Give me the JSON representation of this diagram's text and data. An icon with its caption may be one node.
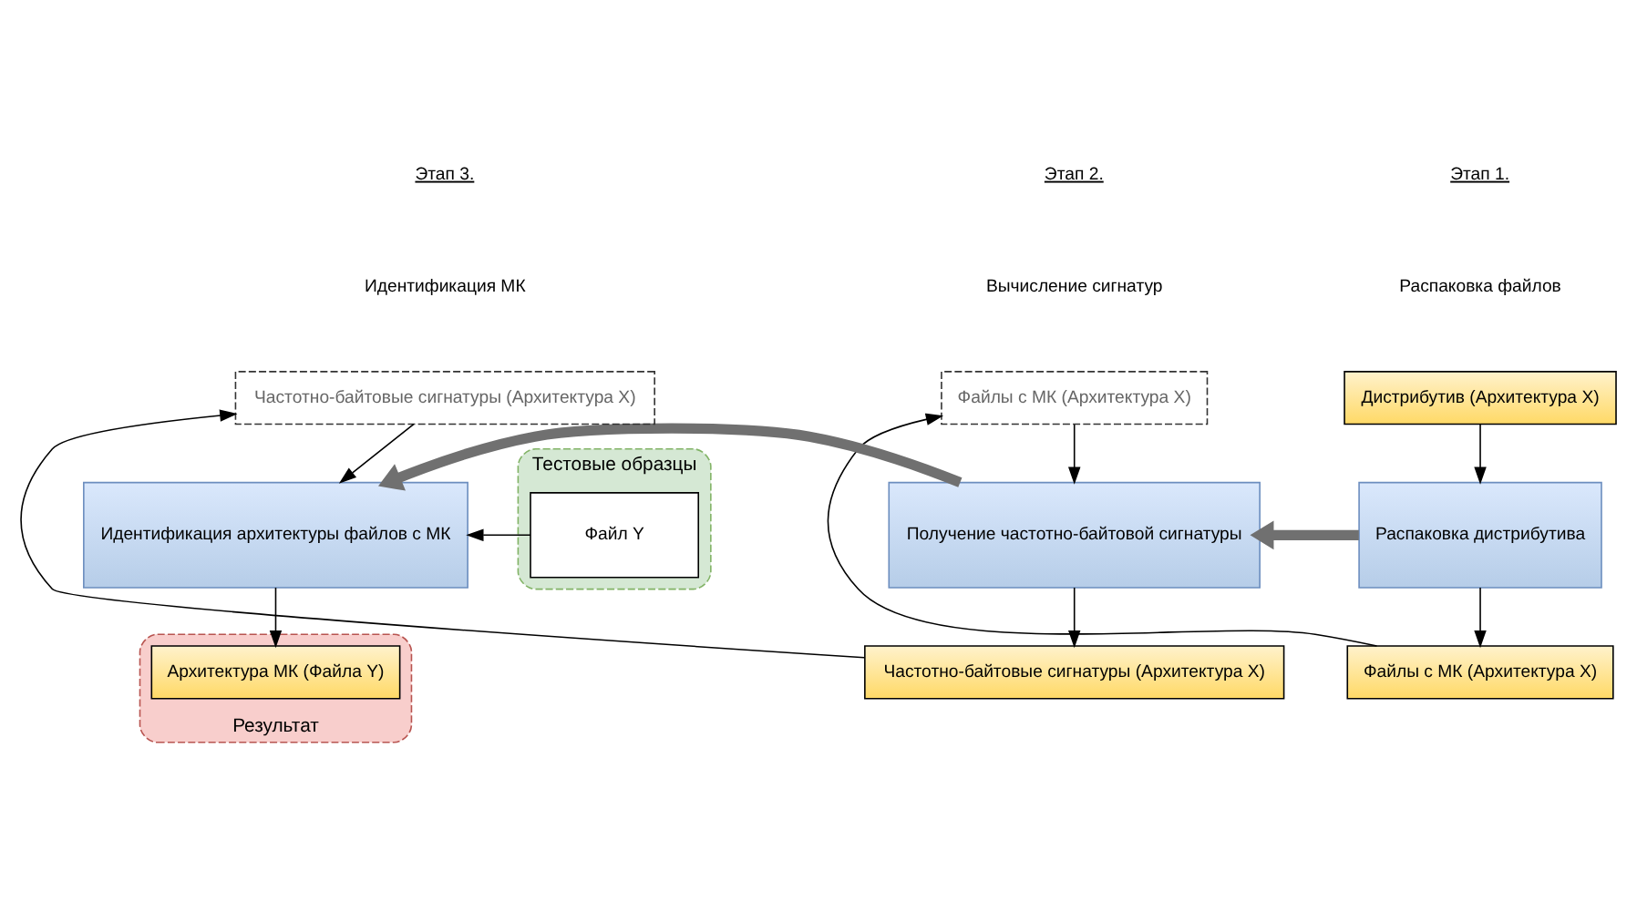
{
  "diagram": {
    "nodes": [
      {
        "text": [
          "Дистрибутив (Архитектура X)"
        ]
      },
      {
        "text": [
          "Распаковка дистрибутива"
        ]
      },
      {
        "text": [
          "Файлы с МК (Архитектура X)"
        ]
      },
      {
        "text": [
          "Файлы с МК (Архитектура X)"
        ]
      },
      {
        "text": [
          "Получение частотно-байтовой сигнатуры"
        ]
      },
      {
        "text": [
          "Частотно-байтовые сигнатуры (Архитектура X)"
        ]
      },
      {
        "text": [
          "Частотно-байтовые сигнатуры (Архитектура X)"
        ]
      },
      {
        "text": [
          "Идентификация архитектуры файлов с МК"
        ]
      },
      {
        "text": [
          "Тестовые образцы"
        ]
      },
      {
        "text": [
          "Файл Y"
        ],
        "in": 8
      },
      {
        "text": [
          "Результат"
        ]
      },
      {
        "text": [
          "Архитектура МК (Файла Y)"
        ],
        "in": 10
      }
    ],
    "edges": [
      {
        "from": 0,
        "to": 1,
        "arrow": "to"
      },
      {
        "from": 1,
        "to": 2,
        "arrow": "to"
      },
      {
        "from": 2,
        "to": 3,
        "arrow": "to"
      },
      {
        "from": 3,
        "to": 4,
        "arrow": "to"
      },
      {
        "from": 1,
        "to": 4,
        "arrow": "to",
        "style": "thick",
        "color": "#707070"
      },
      {
        "from": 4,
        "to": 5,
        "arrow": "to"
      },
      {
        "from": 5,
        "to": 6,
        "arrow": "to"
      },
      {
        "from": 6,
        "to": 7,
        "arrow": "to"
      },
      {
        "from": 4,
        "to": 7,
        "arrow": "to",
        "style": "thick",
        "color": "#707070"
      },
      {
        "from": 9,
        "to": 7,
        "arrow": "to"
      },
      {
        "from": 7,
        "to": 11,
        "arrow": "to"
      }
    ],
    "labels": [
      "Этап 1.",
      "Распаковка файлов",
      "Этап 2.",
      "Вычисление сигнатур",
      "Этап 3.",
      "Идентификация МК"
    ]
  }
}
